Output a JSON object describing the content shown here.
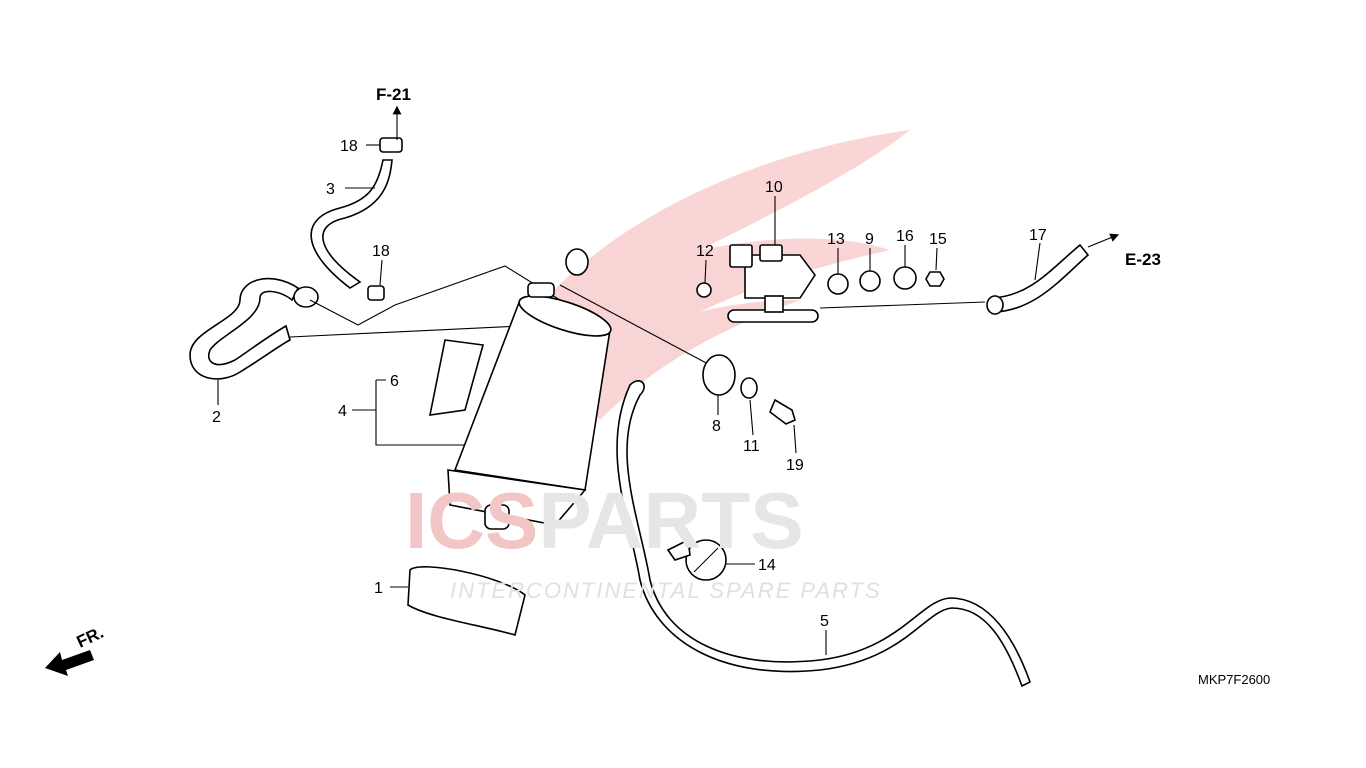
{
  "watermark": {
    "brand_red": "ICS",
    "brand_grey": "PARTS",
    "tagline": "INTERCONTINENTAL SPARE PARTS",
    "red": "#e8403f",
    "grey": "#e4e4e4"
  },
  "references": {
    "top": "F-21",
    "right": "E-23",
    "front": "FR."
  },
  "callouts": {
    "c1": "1",
    "c2": "2",
    "c3": "3",
    "c4": "4",
    "c5": "5",
    "c6": "6",
    "c8": "8",
    "c9": "9",
    "c10": "10",
    "c11": "11",
    "c12": "12",
    "c13": "13",
    "c14": "14",
    "c15": "15",
    "c16": "16",
    "c17": "17",
    "c18a": "18",
    "c18b": "18",
    "c19": "19"
  },
  "diagram_code": "MKP7F2600"
}
